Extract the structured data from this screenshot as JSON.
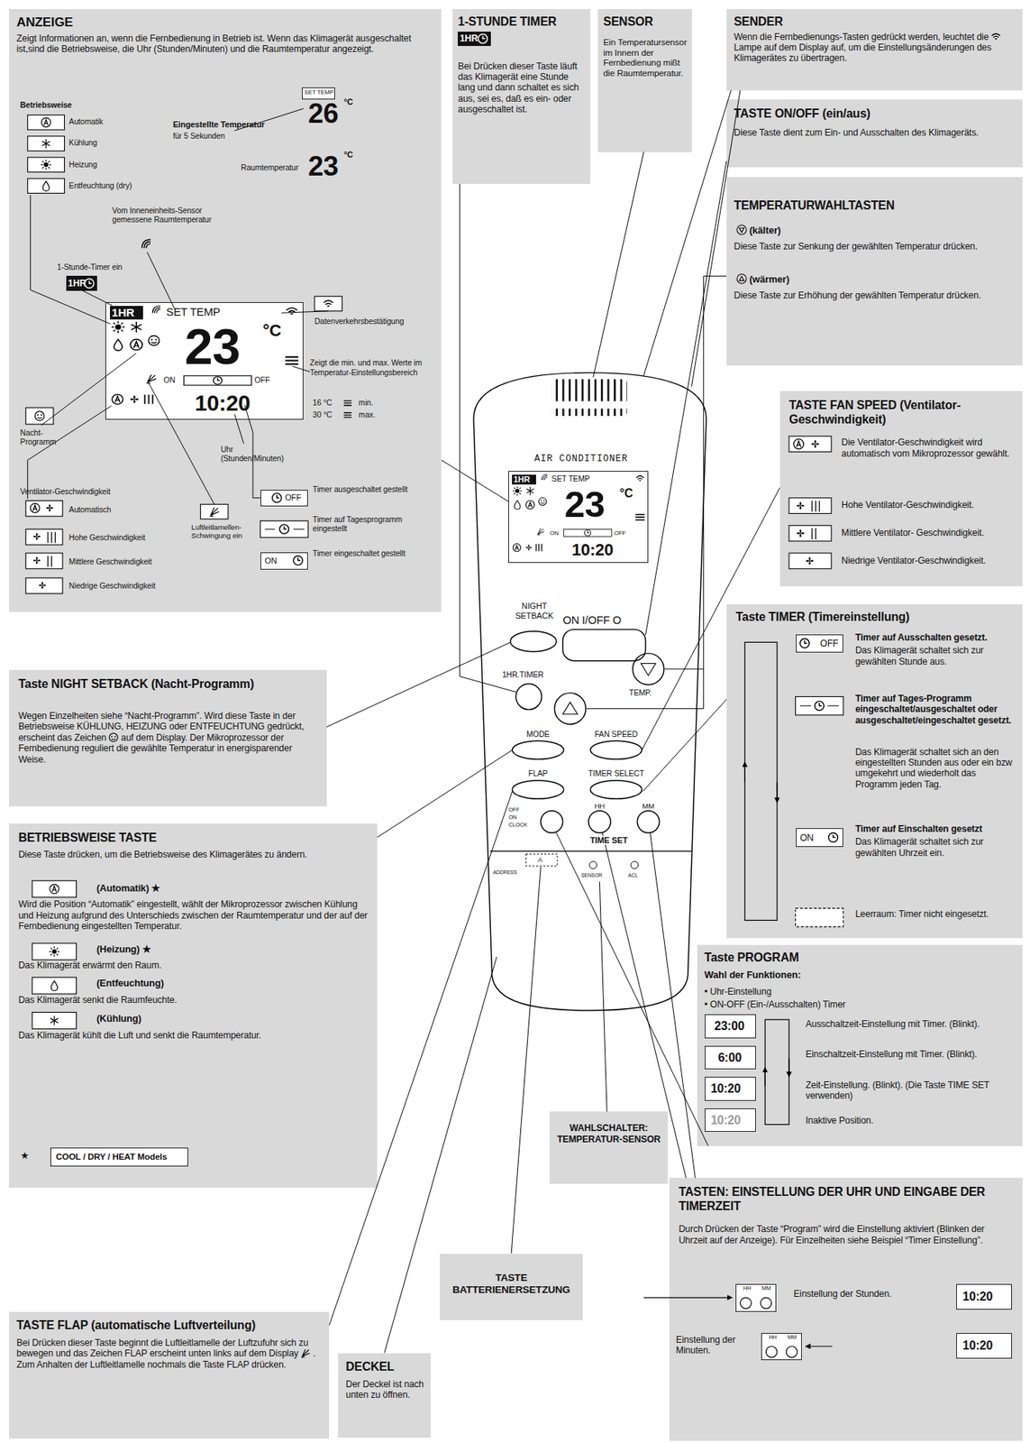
{
  "diagram": {
    "nodes": [
      {
        "text": [
          "ANZEIGE",
          "Zeigt Informationen an, wenn die Fernbedienung in Betrieb ist. Wenn das Klimagerät ausgeschaltet ist,sind die Betriebsweise, die Uhr (Stunden/Minuten) und die Raumtemperatur angezeigt."
        ]
      },
      {
        "text": [
          "SET TEMP"
        ],
        "in": 0
      },
      {
        "text": [
          "1HR"
        ],
        "in": 0
      },
      {
        "text": [
          "1HR",
          "SET TEMP",
          "23",
          "°C",
          "ON",
          "OFF",
          "10:20"
        ],
        "in": 0
      },
      {
        "text": [
          "OFF"
        ],
        "in": 0
      },
      {
        "text": [
          "ON"
        ],
        "in": 0
      },
      {
        "text": [
          "1-STUNDE TIMER",
          "Bei Drücken dieser Taste läuft das Klimagerät eine Stunde lang und dann schaltet es sich aus, sei es, daß es ein- oder ausgeschaltet ist."
        ]
      },
      {
        "text": [
          "1HR"
        ],
        "in": 6
      },
      {
        "text": [
          "SENSOR",
          "Ein Temperatursensor im Innern der Fernbedienung mißt die Raumtemperatur."
        ]
      },
      {
        "text": [
          "SENDER",
          "Wenn die Fernbedienungs-Tasten gedrückt werden, leuchtet die",
          "Lampe auf dem Display auf, um die Einstellungsänderungen des Klimagerätes zu übertragen."
        ]
      },
      {
        "text": [
          "TASTE ON/OFF (ein/aus)",
          "Diese Taste dient zum Ein- und Ausschalten des Klimageräts."
        ]
      },
      {
        "text": [
          "TEMPERATURWAHLTASTEN",
          "(kälter)",
          "Diese Taste zur Senkung der gewählten Temperatur drücken.",
          "(wärmer)",
          "Diese Taste zur Erhöhung der gewählten Temperatur drücken."
        ]
      },
      {
        "text": [
          "TASTE FAN SPEED (Ventilator-Geschwindigkeit)",
          "Die Ventilator-Geschwindigkeit wird automatisch vom Mikroprozessor gewählt.",
          "Hohe Ventilator-Geschwindigkeit.",
          "Mittlere Ventilator- Geschwindigkeit.",
          "Niedrige Ventilator-Geschwindigkeit."
        ]
      },
      {
        "text": [
          "1HR",
          "SET TEMP",
          "23",
          "°C",
          "ON",
          "OFF",
          "10:20"
        ]
      },
      {
        "text": [
          "Taste TIMER (Timereinstellung)",
          "Timer auf Ausschalten gesetzt.",
          "Das Klimagerät schaltet sich zur gewählten Stunde aus.",
          "Timer auf Tages-Programm eingeschaltet/ausgeschaltet oder ausgeschaltet/eingeschaltet gesetzt.",
          "Das Klimagerät schaltet sich an den eingestellten Stunden aus oder ein bzw umgekehrt und wiederholt das Programm jeden Tag.",
          "Timer auf Einschalten gesetzt",
          "Das Klimagerät schaltet sich zur gewählten Uhrzeit ein.",
          "Leerraum: Timer nicht eingesetzt."
        ]
      },
      {
        "text": [
          "OFF"
        ],
        "in": 14
      },
      {
        "text": [
          "ON"
        ],
        "in": 14
      },
      {
        "text": [
          "Taste PROGRAM",
          "Wahl der Funktionen:",
          "• Uhr-Einstellung",
          "• ON-OFF (Ein-/Ausschalten) Timer",
          "Ausschaltzeit-Einstellung mit Timer. (Blinkt).",
          "Einschaltzeit-Einstellung mit Timer. (Blinkt).",
          "Zeit-Einstellung. (Blinkt). (Die Taste TIME SET verwenden)",
          "Inaktive Position."
        ]
      },
      {
        "text": [
          "23:00"
        ],
        "in": 17
      },
      {
        "text": [
          "6:00"
        ],
        "in": 17
      },
      {
        "text": [
          "10:20"
        ],
        "in": 17
      },
      {
        "text": [
          "10:20"
        ],
        "in": 17
      },
      {
        "text": [
          "Taste NIGHT SETBACK (Nacht-Programm)",
          "Wegen Einzelheiten siehe “Nacht-Programm”. Wird diese Taste in der Betriebsweise KÜHLUNG, HEIZUNG oder ENTFEUCHTUNG gedrückt, erscheint das Zeichen",
          "auf dem Display. Der Mikroprozessor der Fernbedienung reguliert die gewählte Temperatur in energisparender Weise."
        ]
      },
      {
        "text": [
          "BETRIEBSWEISE TASTE",
          "Diese Taste drücken, um die Betriebsweise des Klimagerätes zu ändern.",
          "(Automatik) ★",
          "Wird die Position “Automatik” eingestellt, wählt der Mikroprozessor zwischen Kühlung und Heizung aufgrund des Unterschieds zwischen der Raumtemperatur und der auf der Fernbedienung eingestellten Temperatur.",
          "(Heizung) ★",
          "Das Klimagerät erwärmt den Raum.",
          "(Entfeuchtung)",
          "Das Klimagerät senkt die Raumfeuchte.",
          "(Kühlung)",
          "Das Klimagerät kühlt die Luft und senkt die Raumtemperatur.",
          "★"
        ]
      },
      {
        "text": [
          "COOL / DRY / HEAT Models"
        ],
        "in": 23
      },
      {
        "text": [
          "WAHLSCHALTER: TEMPERATUR-SENSOR"
        ]
      },
      {
        "text": [
          "TASTE BATTERIENERSETZUNG"
        ]
      },
      {
        "text": [
          "TASTEN: EINSTELLUNG DER UHR UND EINGABE DER TIMERZEIT",
          "Durch Drücken der Taste “Program” wird die Einstellung aktiviert (Blinken der Uhrzeit auf der Anzeige). Für Einzelheiten siehe Beispiel “Timer Einstellung”.",
          "Einstellung der Stunden.",
          "Einstellung der Minuten."
        ]
      },
      {
        "text": [
          "HH",
          "MM"
        ],
        "in": 27
      },
      {
        "text": [
          "10:20"
        ],
        "in": 27
      },
      {
        "text": [
          "HH",
          "MM"
        ],
        "in": 27
      },
      {
        "text": [
          "10:20"
        ],
        "in": 27
      },
      {
        "text": [
          "TASTE FLAP (automatische Luftverteilung)",
          "Bei Drücken dieser Taste beginnt die Luftleitlamelle der Luftzufuhr sich zu bewegen und das Zeichen FLAP erscheint unten links auf dem Display",
          ". Zum Anhalten der Luftleitlamelle nochmals die Taste FLAP drücken."
        ]
      },
      {
        "text": [
          "DECKEL",
          "Der Deckel ist nach unten zu öffnen."
        ]
      }
    ],
    "labels": [
      "Betriebsweise",
      "Automatik",
      "Kühlung",
      "Heizung",
      "Entfeuchtung (dry)",
      "Eingestellte Temperatur",
      "für 5 Sekunden",
      "26",
      "°C",
      "Raumtemperatur",
      "23",
      "°C",
      "Vom Inneneinheits-Sensor gemessene Raumtemperatur",
      "1-Stunde-Timer ein",
      "Datenverkehrsbestätigung",
      "Zeigt die min. und max. Werte im Temperatur-Einstellungsbereich",
      "16 °C",
      "min.",
      "30 °C",
      "max.",
      "Nacht-Programm",
      "Uhr (Stunden/Minuten)",
      "Ventilator-Geschwindigkeit",
      "Automatisch",
      "Hohe Geschwindigkeit",
      "Mittlere Geschwindigkeit",
      "Niedrige Geschwindigkeit",
      "Luftleitlamellen-Schwingung ein",
      "Timer ausgeschaltet gestellt",
      "Timer auf Tagesprogramm eingestellt",
      "Timer eingeschaltet gestellt",
      "AIR CONDITIONER",
      "NIGHT SETBACK",
      "ON I/OFF O",
      "1HR.TIMER",
      "TEMP.",
      "MODE",
      "FAN SPEED",
      "FLAP",
      "TIMER SELECT",
      "OFF",
      "ON",
      "CLOCK",
      "HH",
      "MM",
      "TIME SET",
      "ADDRESS",
      "A",
      "SENSOR",
      "ACL"
    ]
  }
}
